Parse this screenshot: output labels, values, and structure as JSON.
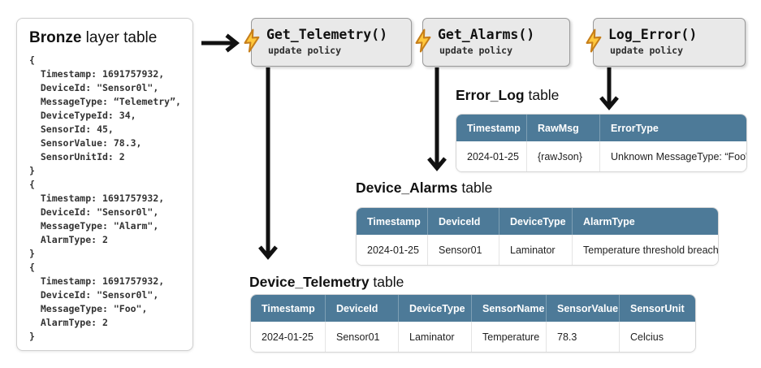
{
  "colors": {
    "table_header_bg": "#4d7a98",
    "policy_box_bg": "#e9e9e9",
    "bolt_yellow": "#FFC83D",
    "bolt_outline": "#C77F1A",
    "arrow_black": "#111111"
  },
  "bronze": {
    "title_bold": "Bronze",
    "title_rest": " layer table",
    "code": "{\n  Timestamp: 1691757932,\n  DeviceId: \"Sensor0l\",\n  MessageType: “Telemetry”,\n  DeviceTypeId: 34,\n  SensorId: 45,\n  SensorValue: 78.3,\n  SensorUnitId: 2\n}\n{\n  Timestamp: 1691757932,\n  DeviceId: \"Sensor0l\",\n  MessageType: \"Alarm\",\n  AlarmType: 2\n}\n{\n  Timestamp: 1691757932,\n  DeviceId: \"Sensor0l\",\n  MessageType: \"Foo\",\n  AlarmType: 2\n}"
  },
  "policies": [
    {
      "name": "Get_Telemetry()",
      "subtitle": "update policy"
    },
    {
      "name": "Get_Alarms()",
      "subtitle": "update policy"
    },
    {
      "name": "Log_Error()",
      "subtitle": "update policy"
    }
  ],
  "tables": [
    {
      "title_bold": "Error_Log",
      "title_rest": " table",
      "headers": [
        "Timestamp",
        "RawMsg",
        "ErrorType"
      ],
      "row": [
        "2024-01-25",
        "{rawJson}",
        "Unknown MessageType: “Foo”"
      ]
    },
    {
      "title_bold": "Device_Alarms",
      "title_rest": " table",
      "headers": [
        "Timestamp",
        "DeviceId",
        "DeviceType",
        "AlarmType"
      ],
      "row": [
        "2024-01-25",
        "Sensor01",
        "Laminator",
        "Temperature threshold breach"
      ]
    },
    {
      "title_bold": "Device_Telemetry",
      "title_rest": " table",
      "headers": [
        "Timestamp",
        "DeviceId",
        "DeviceType",
        "SensorName",
        "SensorValue",
        "SensorUnit"
      ],
      "row": [
        "2024-01-25",
        "Sensor01",
        "Laminator",
        "Temperature",
        "78.3",
        "Celcius"
      ]
    }
  ]
}
